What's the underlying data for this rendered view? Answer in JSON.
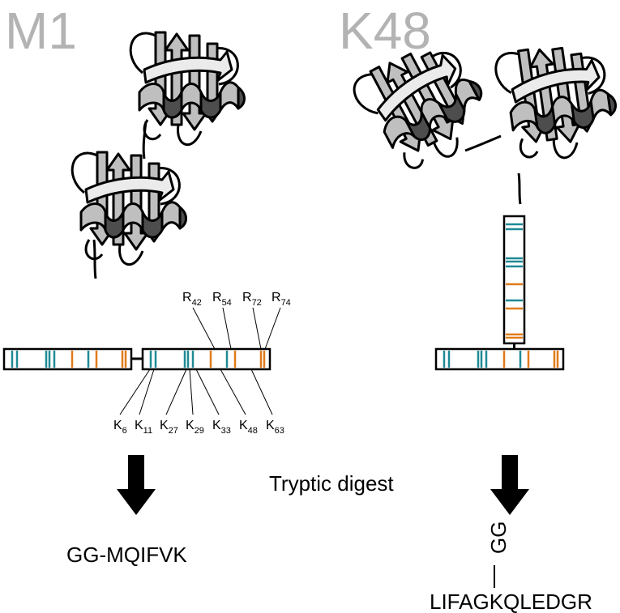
{
  "panels": {
    "left_title": "M1",
    "right_title": "K48"
  },
  "colors": {
    "title": "#b3b3b3",
    "arginine": "#e07b1a",
    "lysine": "#1f8a96",
    "protein_light": "#bfbfbf",
    "protein_dark": "#4d4d4d"
  },
  "residues": {
    "arginine": [
      {
        "letter": "R",
        "sub": "42"
      },
      {
        "letter": "R",
        "sub": "54"
      },
      {
        "letter": "R",
        "sub": "72"
      },
      {
        "letter": "R",
        "sub": "74"
      }
    ],
    "lysine": [
      {
        "letter": "K",
        "sub": "6"
      },
      {
        "letter": "K",
        "sub": "11"
      },
      {
        "letter": "K",
        "sub": "27"
      },
      {
        "letter": "K",
        "sub": "29"
      },
      {
        "letter": "K",
        "sub": "33"
      },
      {
        "letter": "K",
        "sub": "48"
      },
      {
        "letter": "K",
        "sub": "63"
      }
    ]
  },
  "process_label": "Tryptic digest",
  "products": {
    "m1_peptide": "GG-MQIFVK",
    "k48_branch": "GG",
    "k48_peptide": "LIFAGKQLEDGR"
  }
}
